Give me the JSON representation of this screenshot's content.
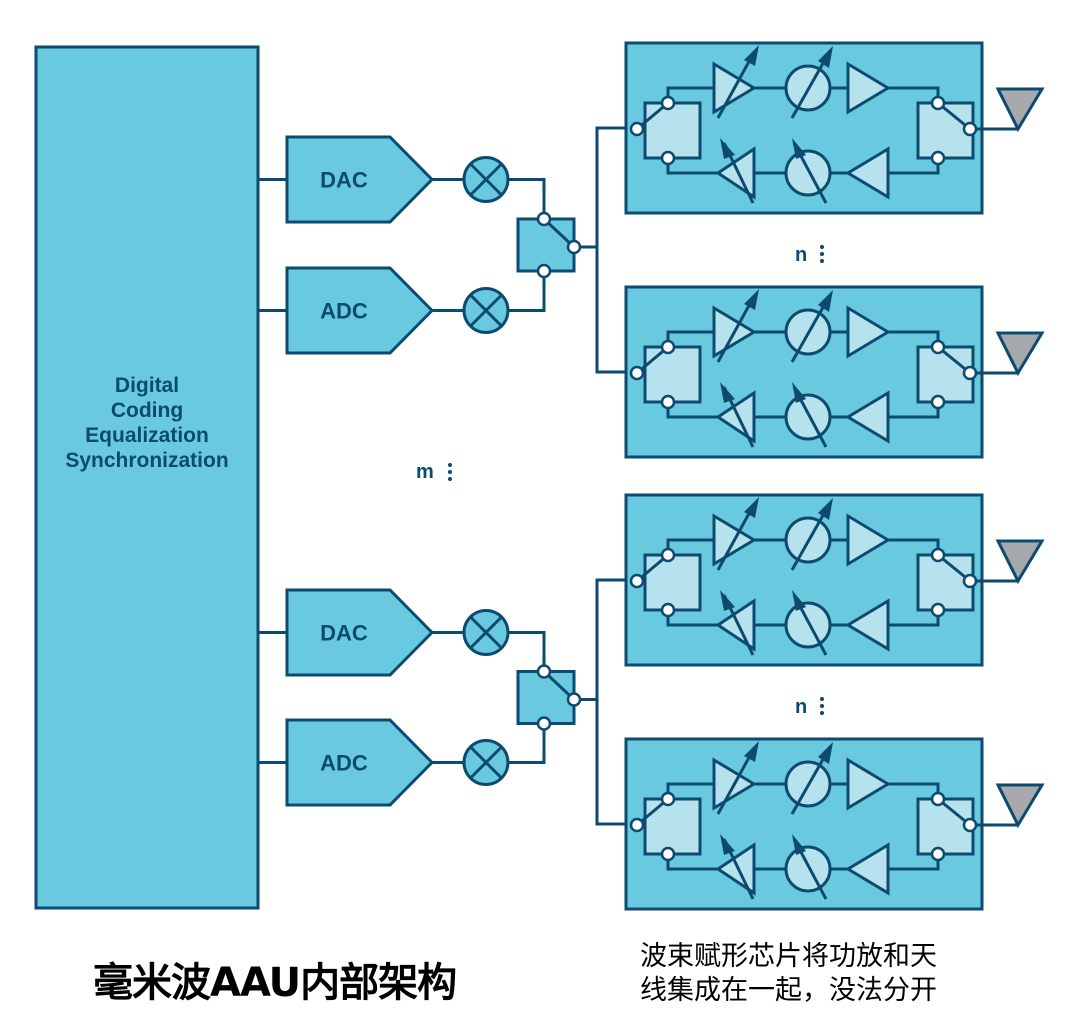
{
  "colors": {
    "block_fill": "#69cadf",
    "chip_fill": "#69cadf",
    "component_fill": "#b6e2ee",
    "stroke": "#0d4a70",
    "antenna_fill": "#a7a9ac",
    "background": "#ffffff"
  },
  "digital_block": {
    "lines": [
      "Digital",
      "Coding",
      "Equalization",
      "Synchronization"
    ]
  },
  "converter_groups": [
    {
      "dac_label": "DAC",
      "adc_label": "ADC"
    },
    {
      "dac_label": "DAC",
      "adc_label": "ADC"
    }
  ],
  "multipliers": {
    "m_label": "m",
    "n_label": "n",
    "ellipsis": "⋮"
  },
  "beamformer_chips": [
    {
      "id": "chip-1",
      "group": 1
    },
    {
      "id": "chip-2",
      "group": 1
    },
    {
      "id": "chip-3",
      "group": 2
    },
    {
      "id": "chip-4",
      "group": 2
    }
  ],
  "icons": {
    "mixer": "mixer-icon",
    "switch": "tr-switch-icon",
    "variable_amp": "variable-gain-amplifier-icon",
    "phase_shifter": "phase-shifter-icon",
    "amplifier": "amplifier-icon",
    "antenna": "antenna-icon"
  },
  "captions": {
    "title": "毫米波AAU内部架构",
    "note_line1": "波束赋形芯片将功放和天",
    "note_line2": "线集成在一起，没法分开"
  }
}
